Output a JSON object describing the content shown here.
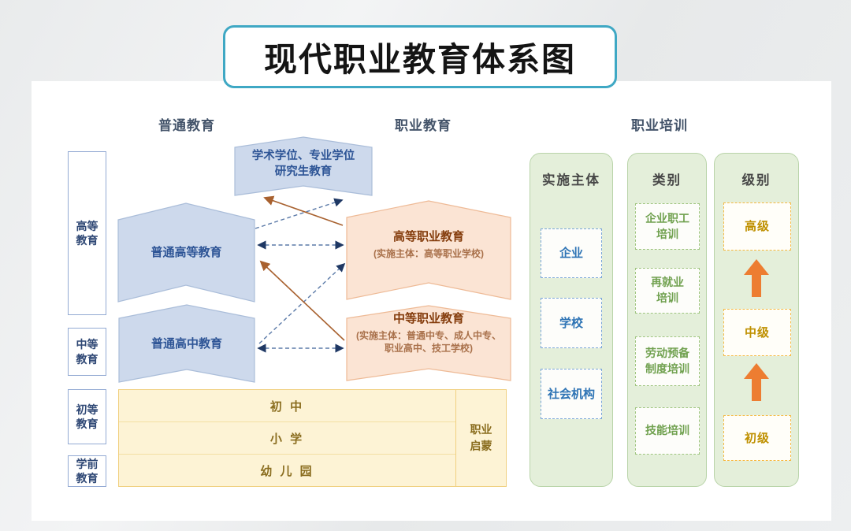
{
  "page_title": "现代职业教育体系图",
  "column_headers": {
    "general": "普通教育",
    "vocational": "职业教育",
    "training": "职业培训"
  },
  "stage_labels": {
    "higher": "高等\n教育",
    "secondary": "中等\n教育",
    "primary": "初等\n教育",
    "preschool": "学前\n教育"
  },
  "general_education": {
    "graduate": "学术学位、专业学位\n研究生教育",
    "higher": "普通高等教育",
    "senior_high": "普通高中教育"
  },
  "vocational_education": {
    "higher": {
      "title": "高等职业教育",
      "subtitle": "(实施主体：高等职业学校)"
    },
    "secondary": {
      "title": "中等职业教育",
      "subtitle": "(实施主体：普通中专、成人中专、\n职业高中、技工学校)"
    }
  },
  "basic_education": {
    "rows": [
      "初 中",
      "小 学",
      "幼 儿 园"
    ],
    "side_label": "职业\n启蒙"
  },
  "training_panels": [
    {
      "header": "实施主体",
      "items": [
        "企业",
        "学校",
        "社会机构"
      ]
    },
    {
      "header": "类别",
      "items": [
        "企业职工\n培训",
        "再就业\n培训",
        "劳动预备\n制度培训",
        "技能培训"
      ]
    },
    {
      "header": "级别",
      "items": [
        "高级",
        "中级",
        "初级"
      ]
    }
  ],
  "colors": {
    "accent_teal": "#3fa8c4",
    "blue_fill": "#cdd9ec",
    "orange_fill": "#fbe4d4",
    "green_panel_fill": "#e4efda",
    "yellow_band_fill": "#fdf3d5",
    "level_arrow_orange": "#ed7d31",
    "connector_dashed_blue": "#5b7aa8",
    "connector_solid_brown": "#a8612f"
  }
}
